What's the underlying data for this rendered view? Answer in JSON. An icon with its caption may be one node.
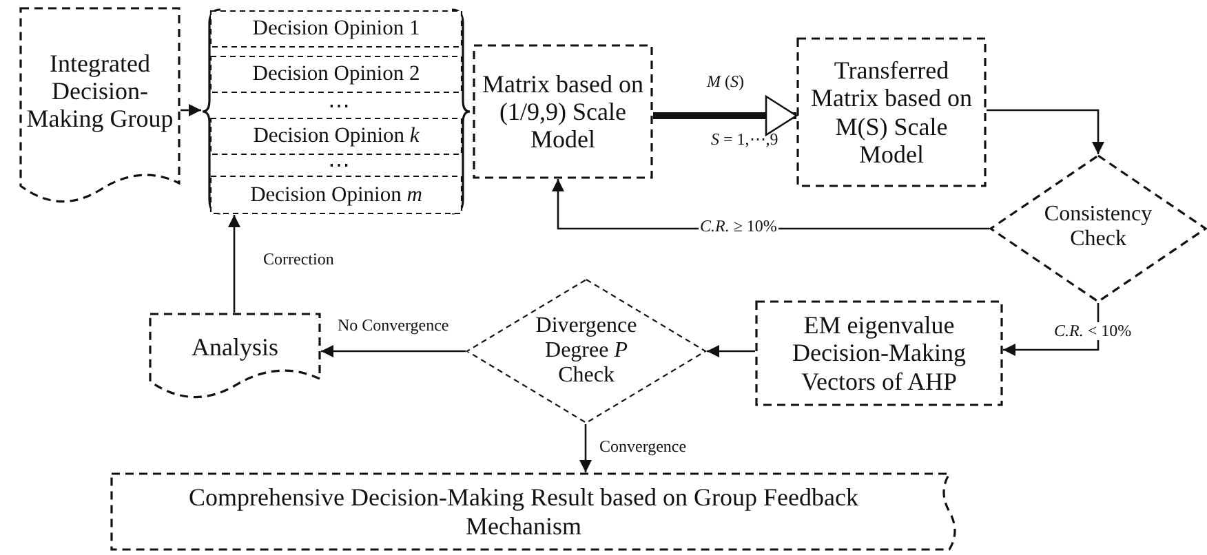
{
  "diagram": {
    "nodes": [
      {
        "text": [
          "Integrated Decision-Making Group"
        ]
      },
      {
        "text": [],
        "shape": "box"
      },
      {
        "text": [
          "Decision Opinion 1"
        ],
        "in": 1
      },
      {
        "text": [
          "Decision Opinion 2"
        ],
        "in": 1
      },
      {
        "text": [
          "Decision Opinion *k*"
        ],
        "in": 1
      },
      {
        "text": [
          "Decision Opinion *m*"
        ],
        "in": 1
      },
      {
        "text": [
          "Matrix based on (1/9,9) Scale Model"
        ]
      },
      {
        "text": [
          "Transferred Matrix based on M(S) Scale Model"
        ]
      },
      {
        "text": [
          "Consistency Check"
        ]
      },
      {
        "text": [
          "EM eigenvalue Decision-Making Vectors of AHP"
        ]
      },
      {
        "text": [
          "Divergence Degree *P* Check"
        ]
      },
      {
        "text": [
          "Analysis"
        ]
      },
      {
        "text": [
          "Comprehensive Decision-Making Result based on Group Feedback Mechanism"
        ]
      }
    ],
    "edges": [
      {
        "from": 0,
        "to": 1,
        "arrow": "to"
      },
      {
        "from": 6,
        "to": 7,
        "arrow": "to",
        "label": "*M* (*S*)",
        "style": "thick"
      },
      {
        "from": 7,
        "to": 8,
        "arrow": "to"
      },
      {
        "from": 8,
        "to": 6,
        "arrow": "to",
        "label": "*C.R.* ≥ 10%"
      },
      {
        "from": 8,
        "to": 9,
        "arrow": "to",
        "label": "*C.R.* < 10%"
      },
      {
        "from": 9,
        "to": 10,
        "arrow": "to"
      },
      {
        "from": 10,
        "to": 11,
        "arrow": "to",
        "label": "No Convergence"
      },
      {
        "from": 11,
        "to": 5,
        "arrow": "to",
        "label": "Correction"
      },
      {
        "from": 10,
        "to": 12,
        "arrow": "to",
        "label": "Convergence"
      }
    ],
    "labels": [
      "⋯",
      "*S* = 1,⋯,9",
      "⋯"
    ]
  }
}
